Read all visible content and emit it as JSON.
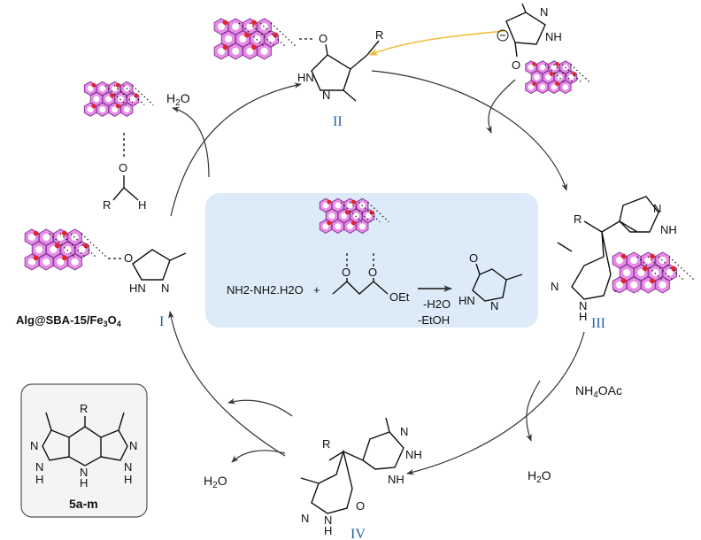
{
  "intermediates": {
    "I": "I",
    "II": "II",
    "III": "III",
    "IV": "IV"
  },
  "catalyst_label": {
    "main": "Alg@SBA-15/Fe",
    "sub": "3",
    "tail": "O",
    "sub2": "4"
  },
  "reagents": {
    "water_1": "H2O",
    "water_2": "H2O",
    "water_3": "H2O",
    "ammonium": {
      "main": "NH",
      "sub": "4",
      "tail": "OAc"
    }
  },
  "central_scheme": {
    "hydrazine": "NH2-NH2.H2O",
    "plus": "+",
    "oet": "OEt",
    "cond_1": "-H2O",
    "cond_2": "-EtOH"
  },
  "product": {
    "label": "5a-m",
    "r": "R"
  },
  "atoms": {
    "O": "O",
    "N": "N",
    "H": "H",
    "HN": "HN",
    "NH": "NH",
    "R": "R",
    "N_H": "H",
    "NH_imine": "NH"
  },
  "colors": {
    "roman": "#1f5fa8",
    "panel": "#dcebf7",
    "catalyst_pink": "#e88ee8",
    "catalyst_dark": "#8a3a9a",
    "catalyst_red": "#e0242a",
    "yellow_arrow": "#f2b82a"
  }
}
